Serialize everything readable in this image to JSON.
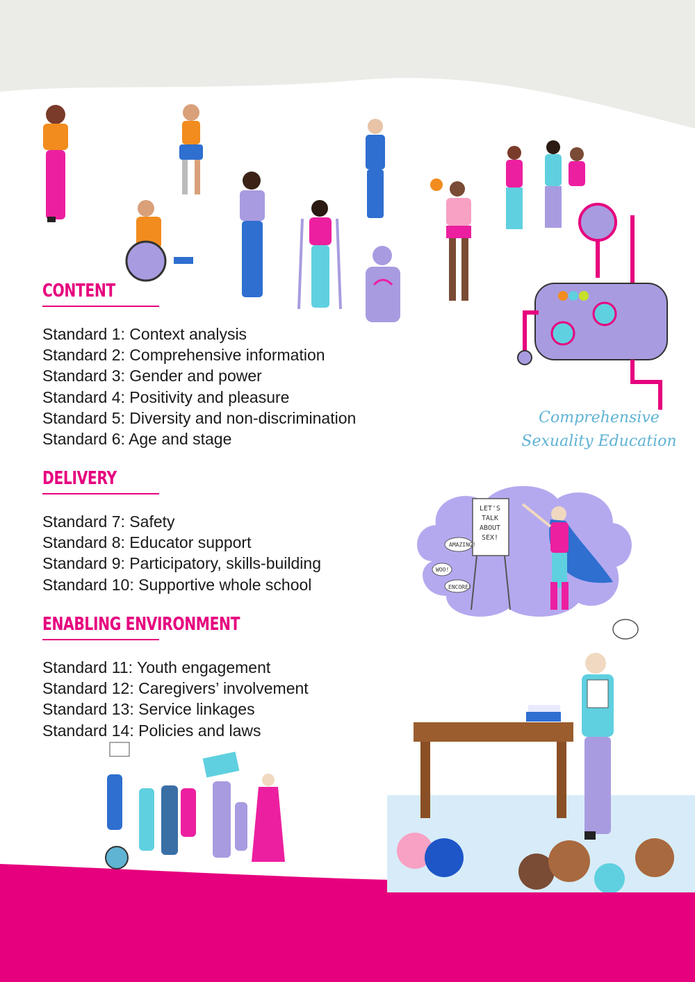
{
  "sections": [
    {
      "title": "CONTENT",
      "standards": [
        "Standard 1: Context analysis",
        "Standard 2: Comprehensive information",
        "Standard 3: Gender and power",
        "Standard 4: Positivity and pleasure",
        "Standard 5: Diversity and non-discrimination",
        "Standard 6: Age and stage"
      ]
    },
    {
      "title": "DELIVERY",
      "standards": [
        "Standard 7: Safety",
        "Standard 8: Educator support",
        "Standard 9: Participatory, skills-building",
        "Standard 10: Supportive whole school"
      ]
    },
    {
      "title": "ENABLING ENVIRONMENT",
      "standards": [
        "Standard 11: Youth engagement",
        "Standard 12: Caregivers’ involvement",
        "Standard 13: Service linkages",
        "Standard 14: Policies and laws"
      ]
    }
  ],
  "illustrations": {
    "machine_caption_line1": "Comprehensive",
    "machine_caption_line2": "Sexuality Education",
    "board_text": "LET'S TALK ABOUT SEX!",
    "bubble_1": "AMAZING!",
    "bubble_2": "WOO!",
    "bubble_3": "ENCORE!"
  },
  "colors": {
    "accent": "#e6007e",
    "band_top": "#ebebe7",
    "text": "#1a1a1a",
    "lilac": "#a99be0",
    "sky": "#5fb3d3"
  }
}
